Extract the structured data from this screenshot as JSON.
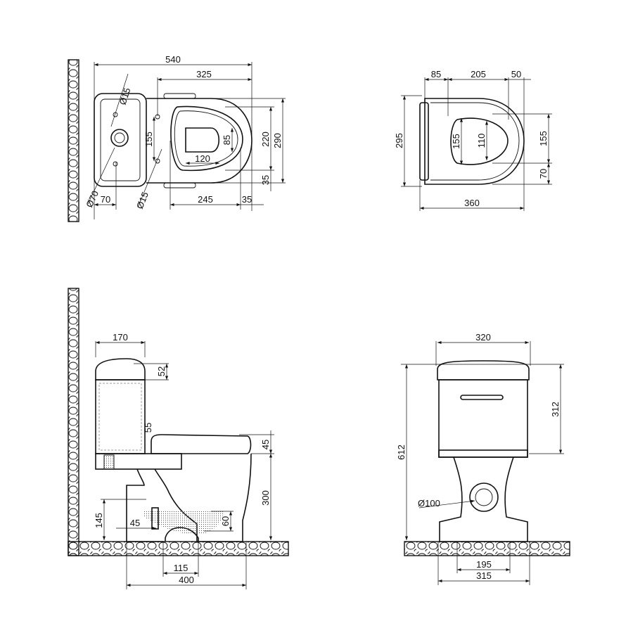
{
  "top_view": {
    "dims": {
      "overall_length": "540",
      "bowl_length": "325",
      "tank_hole": "Ø15",
      "flush_button": "Ø70",
      "fix_hole": "Ø15",
      "hole_spacing": "155",
      "opening_width": "85",
      "opening_length": "120",
      "seat_inner": "220",
      "overall_width": "290",
      "offset": "35",
      "bowl_front": "245",
      "front_overhang": "35",
      "tank_center": "70"
    }
  },
  "seat_view": {
    "dims": {
      "hinge": "85",
      "mid": "205",
      "front": "50",
      "width": "295",
      "inner_left": "155",
      "inner_mid": "110",
      "right_upper": "155",
      "right_lower": "70",
      "length": "360"
    }
  },
  "side_view": {
    "dims": {
      "tank_depth": "170",
      "lid_height": "52",
      "gap": "55",
      "seat_height": "45",
      "bowl_height": "300",
      "outlet_height": "145",
      "outlet_offset": "45",
      "water_depth": "60",
      "outlet_width": "115",
      "base_length": "400"
    }
  },
  "front_view": {
    "dims": {
      "tank_width": "320",
      "tank_height": "312",
      "total_height": "612",
      "outlet_diameter": "Ø100",
      "base_inner": "195",
      "base_width": "315"
    }
  },
  "colors": {
    "line": "#111111",
    "background": "#ffffff"
  }
}
